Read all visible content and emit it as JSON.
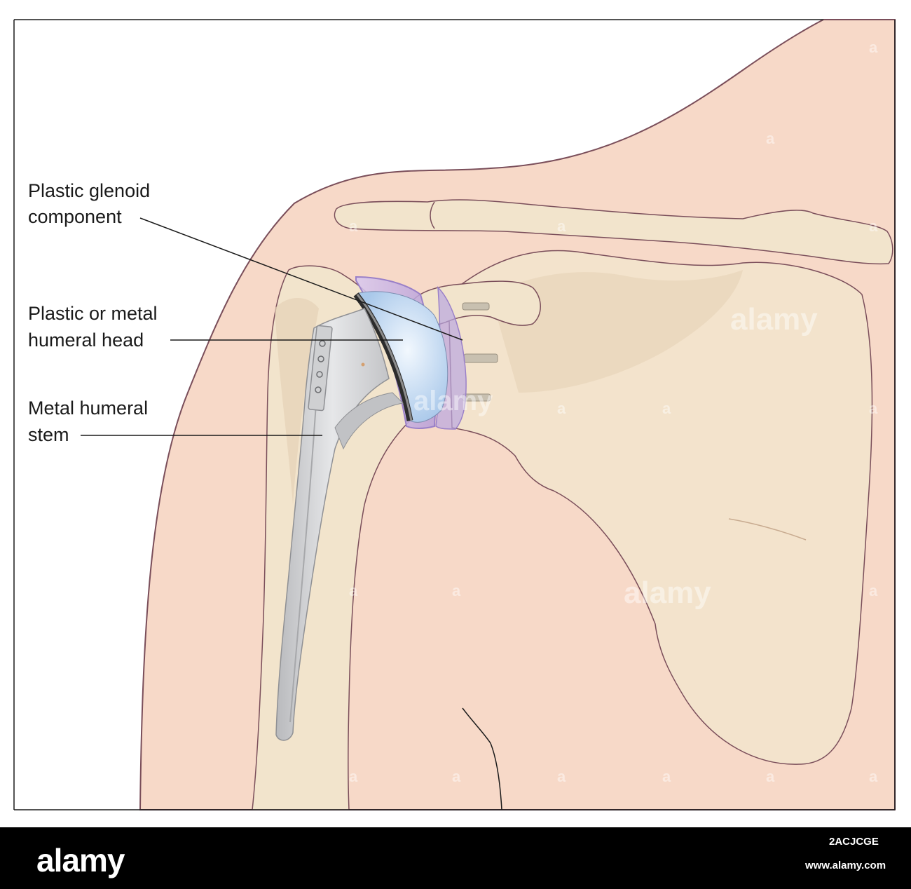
{
  "labels": {
    "glenoid": [
      "Plastic glenoid",
      "component"
    ],
    "head": [
      "Plastic or metal",
      "humeral head"
    ],
    "stem": [
      "Metal humeral",
      "stem"
    ]
  },
  "watermark": {
    "word": "alamy",
    "letter": "a"
  },
  "footer": {
    "logo": "alamy",
    "image_id": "2ACJCGE",
    "url": "www.alamy.com"
  },
  "colors": {
    "skin": "#f7d9c8",
    "outline": "#7a4e5a",
    "bone": "#f2e4cc",
    "bone_shadow": "#e6d2b6",
    "metal": "#d3d4d6",
    "glenoid_purple": "#c7b3e2",
    "humeral_head_blue": "#d8e9f8"
  }
}
